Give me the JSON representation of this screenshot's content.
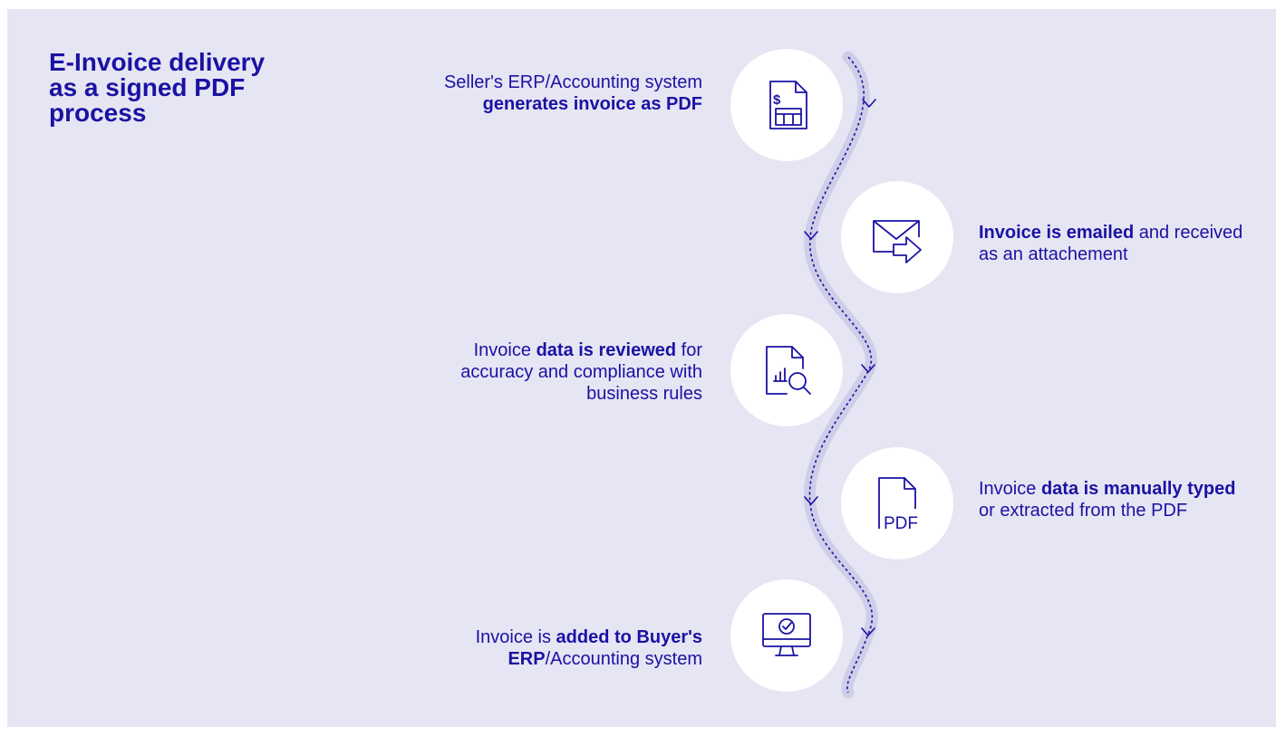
{
  "title": {
    "line1": "E-Invoice delivery",
    "line2": "as a signed PDF",
    "line3": "process"
  },
  "colors": {
    "background": "#e6e5f3",
    "accent": "#1a12a3",
    "path": "#cfcde8",
    "node": "#ffffff"
  },
  "steps": [
    {
      "icon": "invoice-document-icon",
      "text": [
        {
          "t": "Seller's ERP/Accounting",
          "b": false
        },
        {
          "t": " system ",
          "b": false
        },
        {
          "t": "generates invoice as PDF",
          "b": true
        }
      ]
    },
    {
      "icon": "email-send-icon",
      "text": [
        {
          "t": "Invoice is emailed",
          "b": true
        },
        {
          "t": " and received as an attachement",
          "b": false
        }
      ]
    },
    {
      "icon": "document-search-icon",
      "text": [
        {
          "t": "Invoice ",
          "b": false
        },
        {
          "t": "data is reviewed",
          "b": true
        },
        {
          "t": " for accuracy and compliance with business rules",
          "b": false
        }
      ]
    },
    {
      "icon": "pdf-file-icon",
      "icon_label": "PDF",
      "text": [
        {
          "t": "Invoice ",
          "b": false
        },
        {
          "t": "data is manually typed",
          "b": true
        },
        {
          "t": " or extracted from the PDF",
          "b": false
        }
      ]
    },
    {
      "icon": "monitor-check-icon",
      "text": [
        {
          "t": "Invoice is ",
          "b": false
        },
        {
          "t": "added to Buyer's ERP",
          "b": true
        },
        {
          "t": "/Accounting system",
          "b": false
        }
      ]
    }
  ]
}
